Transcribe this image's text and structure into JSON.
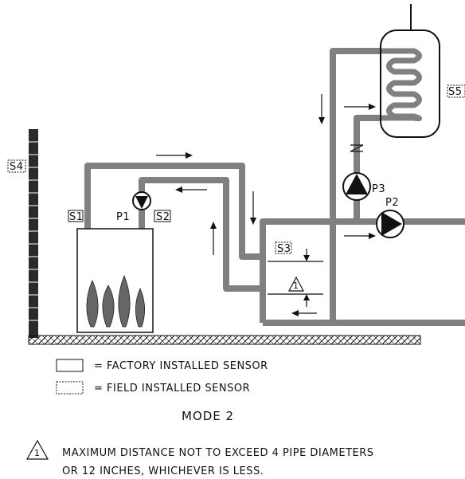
{
  "sensors": {
    "s1": "S1",
    "s2": "S2",
    "s3": "S3",
    "s4": "S4",
    "s5": "S5"
  },
  "pumps": {
    "p1": "P1",
    "p2": "P2",
    "p3": "P3"
  },
  "note_marker": "1",
  "legend": {
    "factory": "= FACTORY INSTALLED SENSOR",
    "field": "= FIELD INSTALLED SENSOR"
  },
  "mode_title": "MODE 2",
  "note": {
    "marker": "1",
    "line1": "MAXIMUM DISTANCE NOT TO EXCEED 4 PIPE DIAMETERS",
    "line2": "OR 12 INCHES, WHICHEVER IS LESS."
  },
  "colors": {
    "pipe": "#808080",
    "line": "#111111",
    "wall": "#2a2a2a"
  }
}
